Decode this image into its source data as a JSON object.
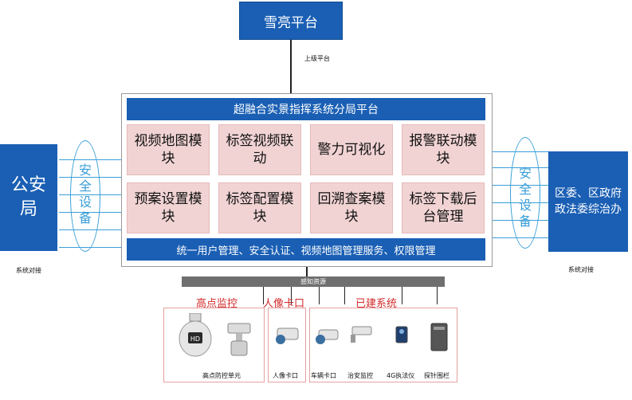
{
  "top": {
    "title": "雪亮平台",
    "link_label": "上级平台"
  },
  "platform": {
    "title": "超融合实景指挥系统分局平台",
    "modules": [
      "视频地图模块",
      "标签视频联动",
      "警力可视化",
      "报警联动模块",
      "预案设置模块",
      "标签配置模块",
      "回溯查案模块",
      "标签下载后台管理"
    ],
    "bottom_bar": "统一用户管理、安全认证、视频地图管理服务、权限管理"
  },
  "left": {
    "box": "公安局",
    "security": "安全设备",
    "caption": "系统对接"
  },
  "right": {
    "box": "区委、区政府政法委综治办",
    "security": "安全设备",
    "caption": "系统对接"
  },
  "sensing": {
    "label": "感知资源"
  },
  "groups": [
    {
      "label": "高点监控",
      "devices": [
        "高点防控单元"
      ]
    },
    {
      "label": "人像卡口",
      "devices": [
        "人像卡口"
      ]
    },
    {
      "label": "已建系统",
      "devices": [
        "车辆卡口",
        "治安监控",
        "4G执法仪",
        "探针围栏"
      ]
    }
  ],
  "colors": {
    "primary_blue": "#1a5fb4",
    "module_pink": "#f1d3d3",
    "arrow_cyan": "#3a9fd8",
    "group_red": "#d32a2a",
    "sensing_gray": "#6f6f6f"
  }
}
